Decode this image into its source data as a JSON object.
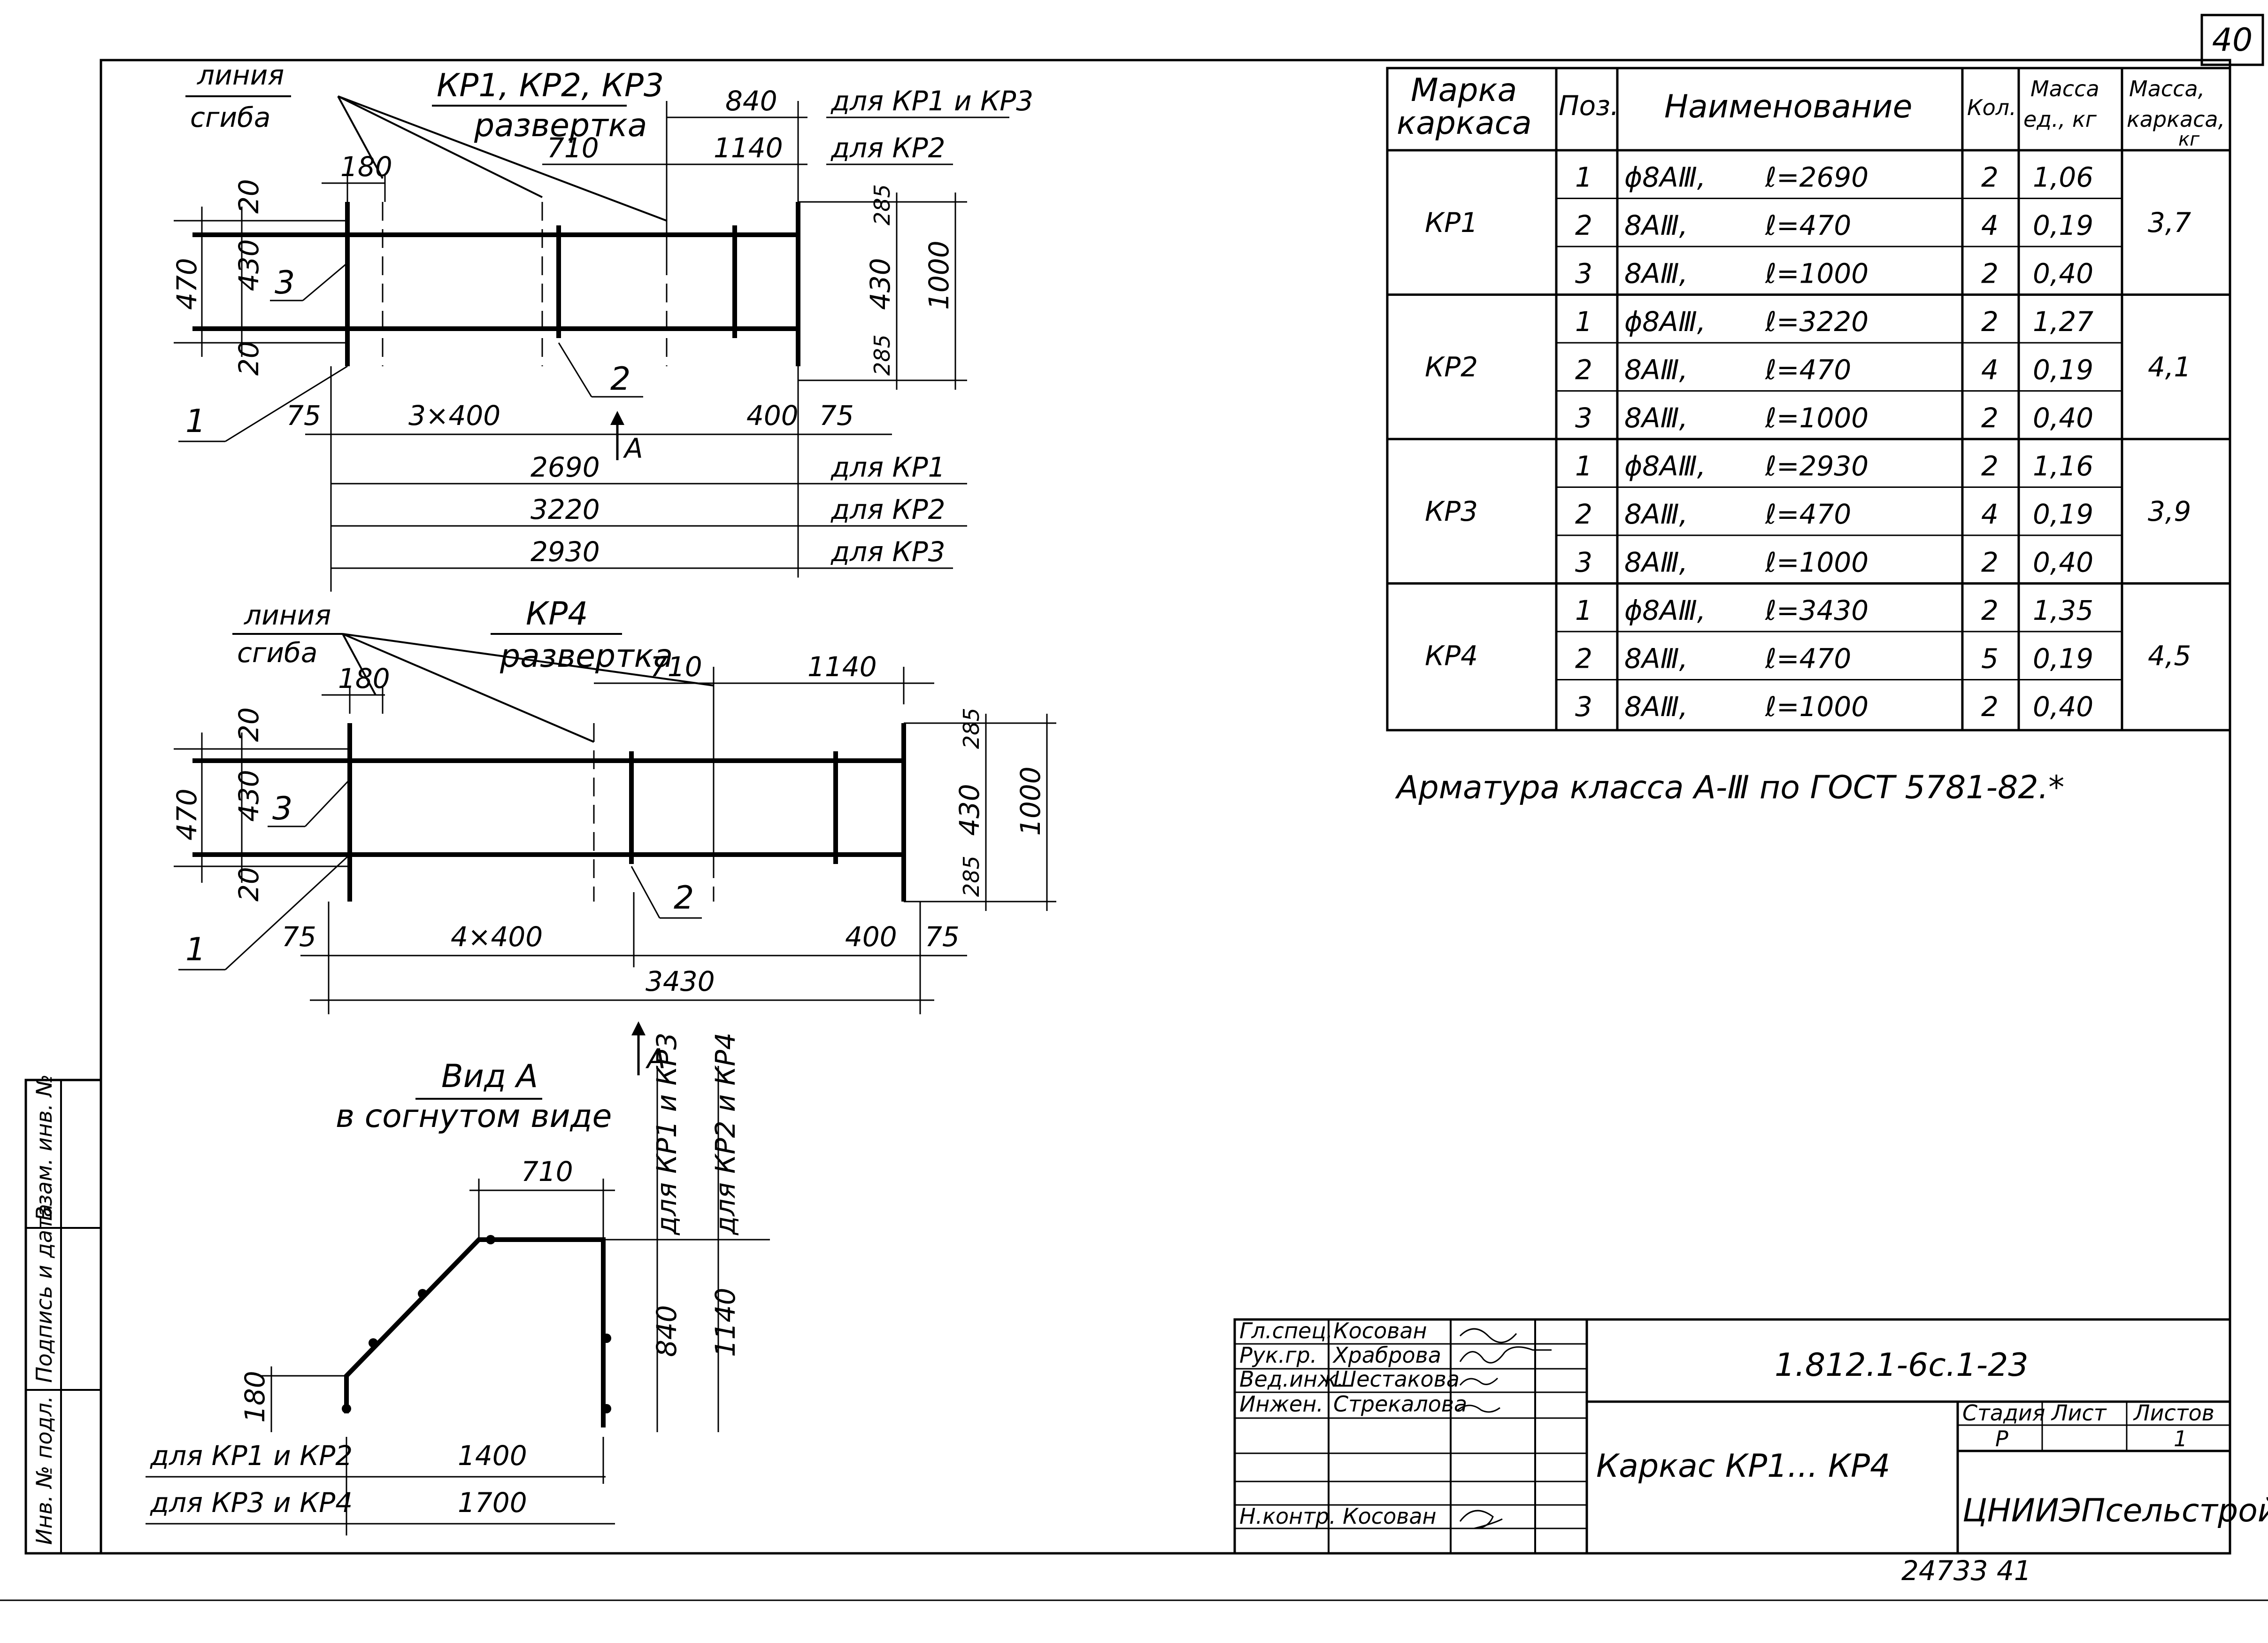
{
  "sheet": {
    "number": "40"
  },
  "common": {
    "bend_line": [
      "линия",
      "сгиба"
    ],
    "pos1": "1",
    "pos2": "2",
    "pos3": "3",
    "d20": "20",
    "d430": "430",
    "d470": "470",
    "d180": "180",
    "d710": "710",
    "d75": "75",
    "d400": "400",
    "d285": "285",
    "d1000": "1000",
    "d840": "840",
    "d1140": "1140",
    "arrowA": "А"
  },
  "unfold1": {
    "title": "КР1, КР2, КР3",
    "subtitle": "развертка",
    "top_labels": [
      "для КР1 и КР3",
      "для КР2"
    ],
    "span": "3×400",
    "lengths": [
      {
        "value": "2690",
        "label": "для КР1"
      },
      {
        "value": "3220",
        "label": "для КР2"
      },
      {
        "value": "2930",
        "label": "для КР3"
      }
    ]
  },
  "unfold2": {
    "title": "КР4",
    "subtitle": "развертка",
    "span": "4×400",
    "total": "3430"
  },
  "view": {
    "title": "Вид А",
    "subtitle": "в согнутом виде",
    "label_840": "для КР1 и КР3",
    "label_1140": "для КР2 и КР4",
    "rows": [
      {
        "label": "для КР1 и КР2",
        "value": "1400"
      },
      {
        "label": "для КР3 и КР4",
        "value": "1700"
      }
    ]
  },
  "spec": {
    "headers": [
      "Марка каркаса",
      "Поз.",
      "Наименование",
      "Кол.",
      "Масса ед., кг",
      "Масса каркаса, кг"
    ],
    "groups": [
      {
        "mark": "КР1",
        "mass": "3,7",
        "rows": [
          {
            "pos": "1",
            "bar": "ϕ8АⅢ,",
            "len": "ℓ=2690",
            "qty": "2",
            "unit": "1,06"
          },
          {
            "pos": "2",
            "bar": "8АⅢ,",
            "len": "ℓ=470",
            "qty": "4",
            "unit": "0,19"
          },
          {
            "pos": "3",
            "bar": "8АⅢ,",
            "len": "ℓ=1000",
            "qty": "2",
            "unit": "0,40"
          }
        ]
      },
      {
        "mark": "КР2",
        "mass": "4,1",
        "rows": [
          {
            "pos": "1",
            "bar": "ϕ8АⅢ,",
            "len": "ℓ=3220",
            "qty": "2",
            "unit": "1,27"
          },
          {
            "pos": "2",
            "bar": "8АⅢ,",
            "len": "ℓ=470",
            "qty": "4",
            "unit": "0,19"
          },
          {
            "pos": "3",
            "bar": "8АⅢ,",
            "len": "ℓ=1000",
            "qty": "2",
            "unit": "0,40"
          }
        ]
      },
      {
        "mark": "КР3",
        "mass": "3,9",
        "rows": [
          {
            "pos": "1",
            "bar": "ϕ8АⅢ,",
            "len": "ℓ=2930",
            "qty": "2",
            "unit": "1,16"
          },
          {
            "pos": "2",
            "bar": "8АⅢ,",
            "len": "ℓ=470",
            "qty": "4",
            "unit": "0,19"
          },
          {
            "pos": "3",
            "bar": "8АⅢ,",
            "len": "ℓ=1000",
            "qty": "2",
            "unit": "0,40"
          }
        ]
      },
      {
        "mark": "КР4",
        "mass": "4,5",
        "rows": [
          {
            "pos": "1",
            "bar": "ϕ8АⅢ,",
            "len": "ℓ=3430",
            "qty": "2",
            "unit": "1,35"
          },
          {
            "pos": "2",
            "bar": "8АⅢ,",
            "len": "ℓ=470",
            "qty": "5",
            "unit": "0,19"
          },
          {
            "pos": "3",
            "bar": "8АⅢ,",
            "len": "ℓ=1000",
            "qty": "2",
            "unit": "0,40"
          }
        ]
      }
    ]
  },
  "note": "Арматура класса А-Ⅲ по ГОСТ 5781-82.*",
  "stamp": {
    "code": "1.812.1-6с.1-23",
    "title": "Каркас КР1... КР4",
    "org": "ЦНИИЭПсельстрой",
    "stage_label": "Стадия",
    "sheet_label": "Лист",
    "sheets_label": "Листов",
    "stage": "Р",
    "sheets": "1",
    "signers": [
      {
        "role": "Гл.спец.",
        "name": "Косован"
      },
      {
        "role": "Рук.гр.",
        "name": "Храброва"
      },
      {
        "role": "Вед.инж.",
        "name": "Шестакова"
      },
      {
        "role": "Инжен.",
        "name": "Стрекалова"
      },
      {
        "role": "Н.контр.",
        "name": "Косован"
      }
    ]
  },
  "side": [
    "Инв. № подл.",
    "Подпись и дата",
    "Взам. инв. №"
  ],
  "footer": "24733   41"
}
